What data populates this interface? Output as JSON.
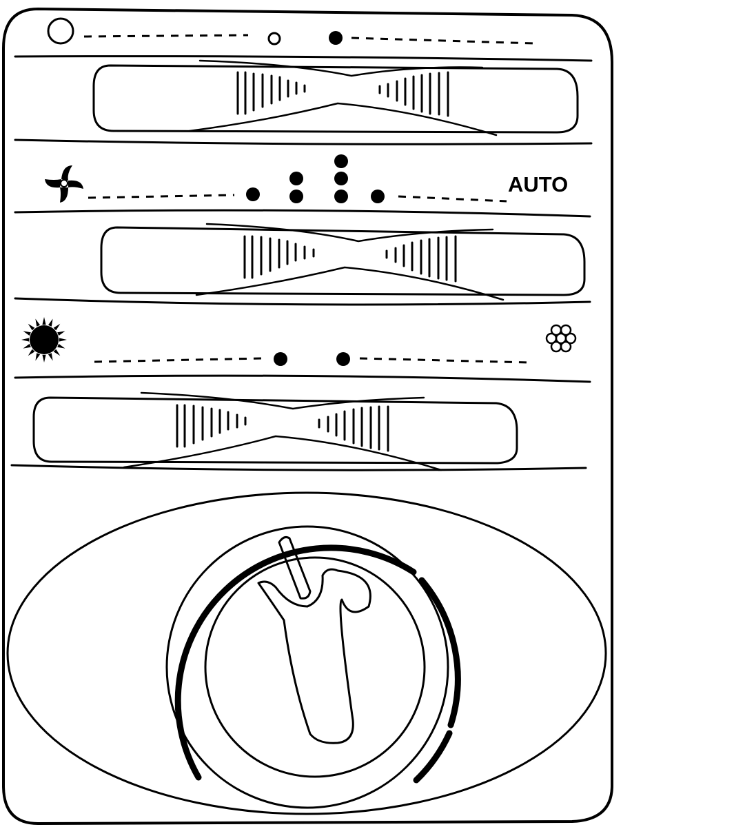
{
  "panel": {
    "labels": {
      "auto": "AUTO"
    },
    "rows": [
      {
        "id": "circulation",
        "icons": [
          "circle-large-icon",
          "circle-small-icon"
        ],
        "indicator_dots": [
          1
        ]
      },
      {
        "id": "fan-speed",
        "icons": [
          "fan-icon"
        ],
        "indicator_dots": [
          1,
          2,
          3,
          1
        ]
      },
      {
        "id": "heat-cool",
        "icons": [
          "sun-icon",
          "cool-cluster-icon"
        ],
        "indicator_dots": [
          1,
          1
        ]
      }
    ],
    "sliders": [
      {
        "id": "circulation-slider"
      },
      {
        "id": "fan-slider"
      },
      {
        "id": "temperature-slider"
      }
    ],
    "knob": {
      "id": "temperature-dial"
    }
  },
  "colors": {
    "ink": "#000000",
    "background": "#ffffff"
  }
}
